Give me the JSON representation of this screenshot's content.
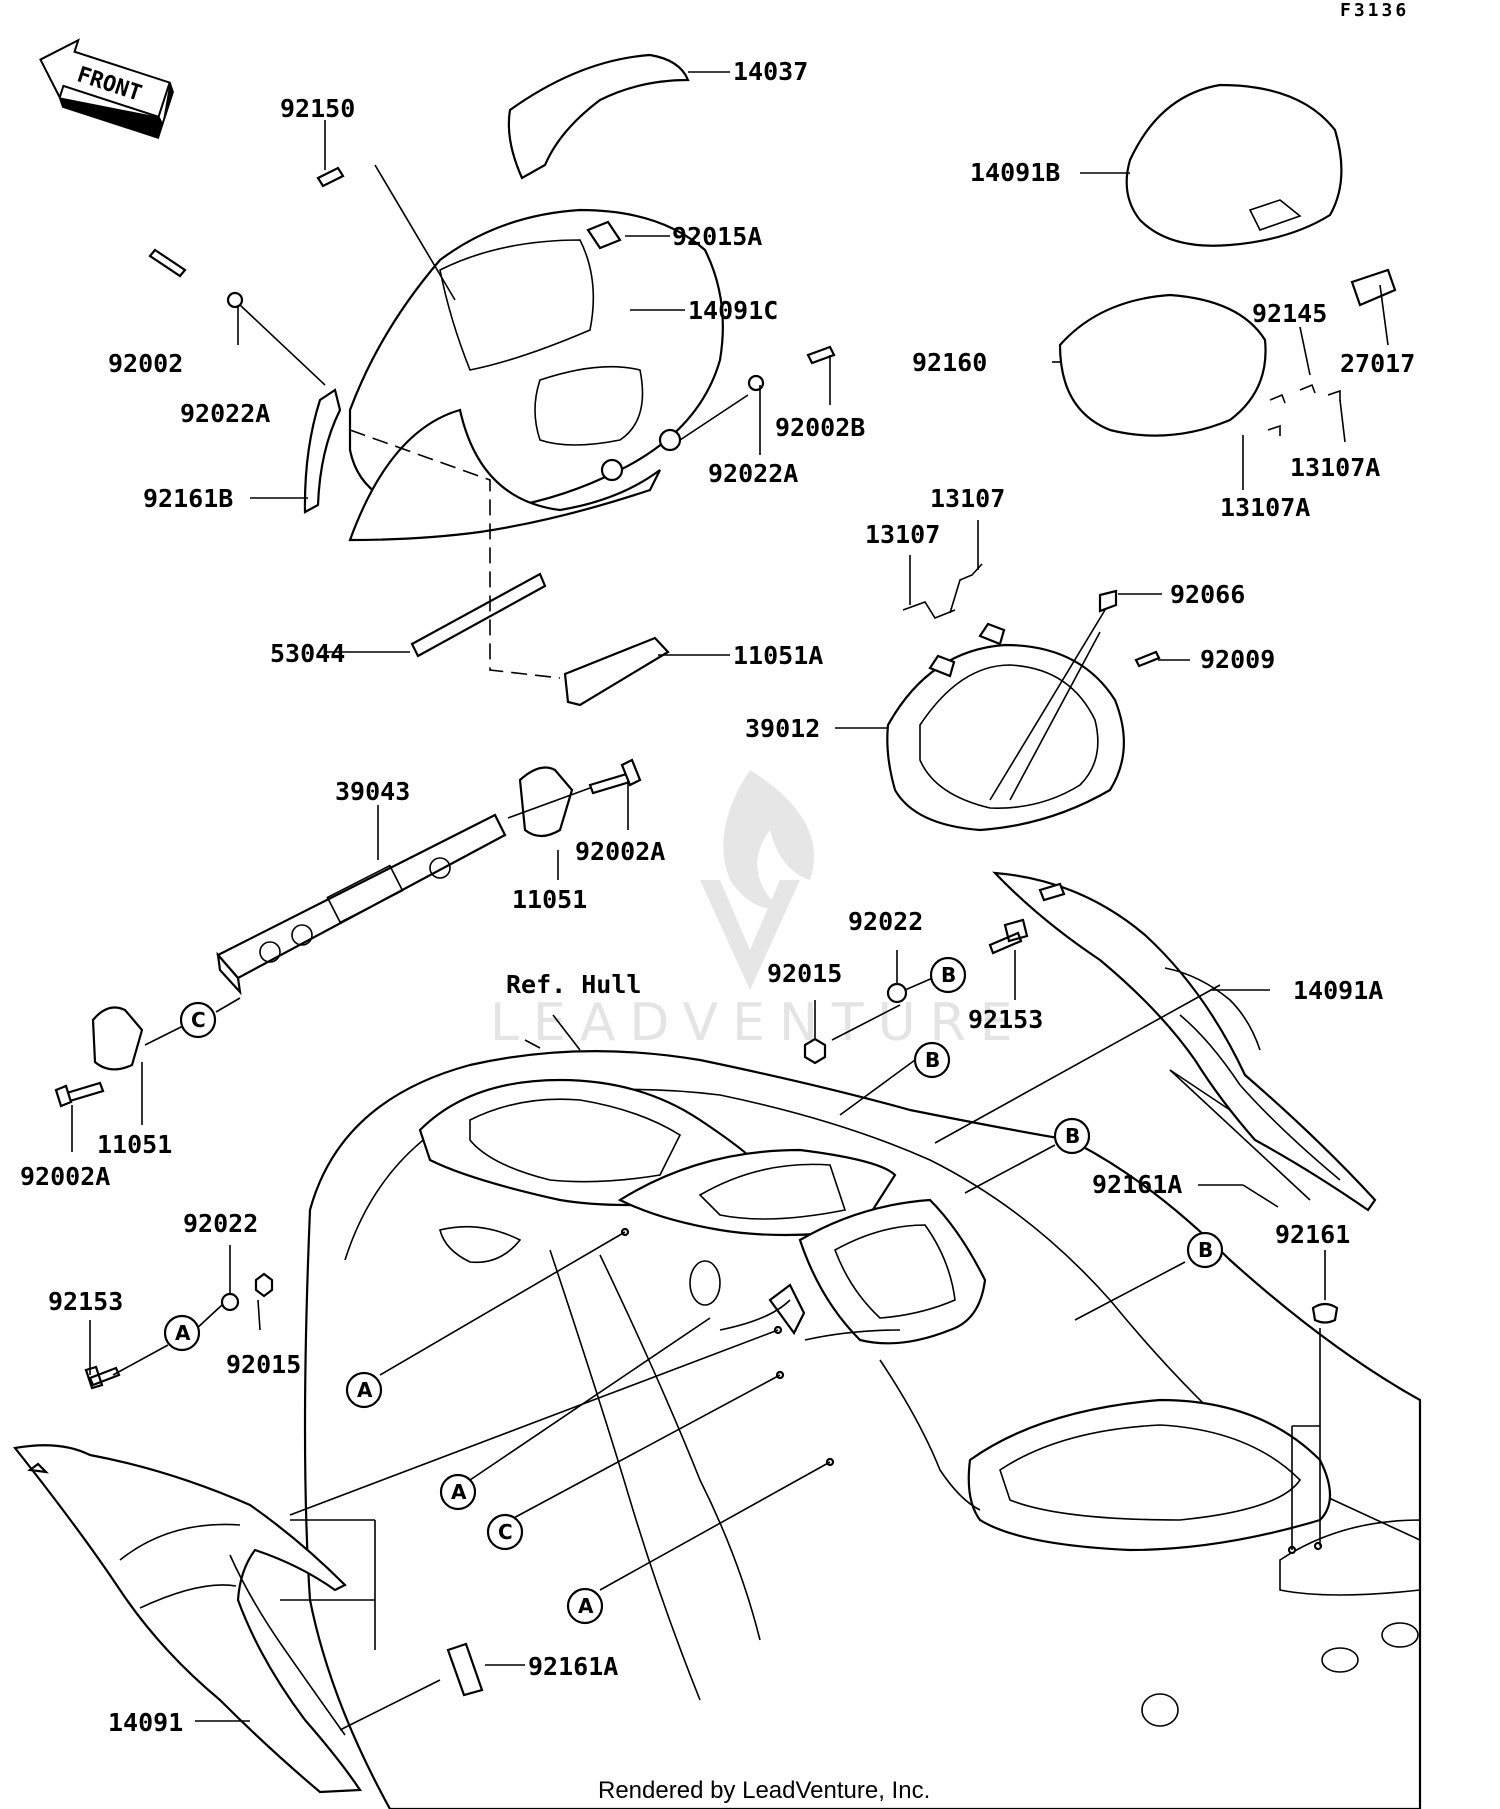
{
  "diagram": {
    "code": "F3136",
    "front_label": "FRONT",
    "ref_label": "Ref. Hull",
    "footer": "Rendered by LeadVenture, Inc.",
    "watermark": "LEADVENTURE",
    "callout_letters": {
      "a": "A",
      "b": "B",
      "c": "C"
    },
    "parts": {
      "p14037": "14037",
      "p92150": "92150",
      "p92015A": "92015A",
      "p14091C": "14091C",
      "p92002": "92002",
      "p92022A_l": "92022A",
      "p92002B": "92002B",
      "p92022A_r": "92022A",
      "p92161B": "92161B",
      "p53044": "53044",
      "p11051A": "11051A",
      "p14091B": "14091B",
      "p92145": "92145",
      "p27017": "27017",
      "p92160": "92160",
      "p13107A_r": "13107A",
      "p13107A_l": "13107A",
      "p13107_r": "13107",
      "p13107_l": "13107",
      "p92066": "92066",
      "p92009": "92009",
      "p39012": "39012",
      "p39043": "39043",
      "p92002A_top": "92002A",
      "p11051_top": "11051",
      "p92022_top": "92022",
      "p92015_top": "92015",
      "p92153_top": "92153",
      "p14091A": "14091A",
      "p92161A_r": "92161A",
      "p11051_left": "11051",
      "p92002A_left": "92002A",
      "p92161": "92161",
      "p92022_bot": "92022",
      "p92153_bot": "92153",
      "p92015_bot": "92015",
      "p92161A_bot": "92161A",
      "p14091": "14091"
    }
  }
}
